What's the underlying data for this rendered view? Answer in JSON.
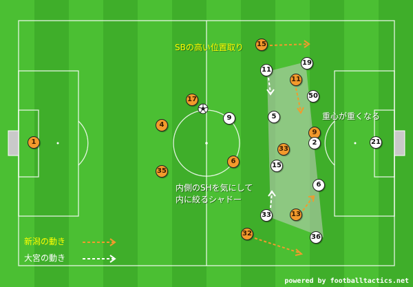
{
  "colors": {
    "pitch_light": "#4bbf33",
    "pitch_dark": "#3aa826",
    "line": "#ffffff",
    "niigata": "#f39a2c",
    "omiya": "#ffffff",
    "annotation": "#ffff00",
    "zone": "#b5c8b0"
  },
  "annotations": {
    "sb_high": "SBの高い位置取り",
    "heavy_center": "重心が重くなる",
    "sh_note_line1": "内側のSHを気にして",
    "sh_note_line2": "内に絞るシャドー"
  },
  "legend": {
    "niigata": "新潟の動き",
    "omiya": "大宮の動き"
  },
  "credit": "powered by footballtactics.net",
  "ball_icon": "soccer-ball-icon",
  "players": {
    "niigata": [
      "1",
      "4",
      "35",
      "17",
      "6",
      "15",
      "11",
      "9",
      "33",
      "13",
      "32"
    ],
    "omiya": [
      "9",
      "11",
      "19",
      "50",
      "5",
      "2",
      "15",
      "6",
      "33",
      "36",
      "21"
    ]
  }
}
